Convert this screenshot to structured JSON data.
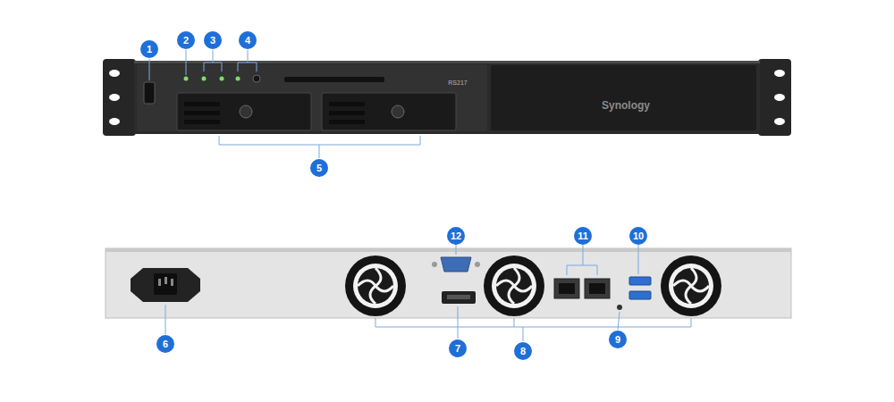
{
  "diagram": {
    "labels": [
      "1",
      "2",
      "3",
      "4",
      "5",
      "6",
      "7",
      "8",
      "9",
      "10",
      "11",
      "12",
      "RS217",
      "Synology"
    ]
  }
}
